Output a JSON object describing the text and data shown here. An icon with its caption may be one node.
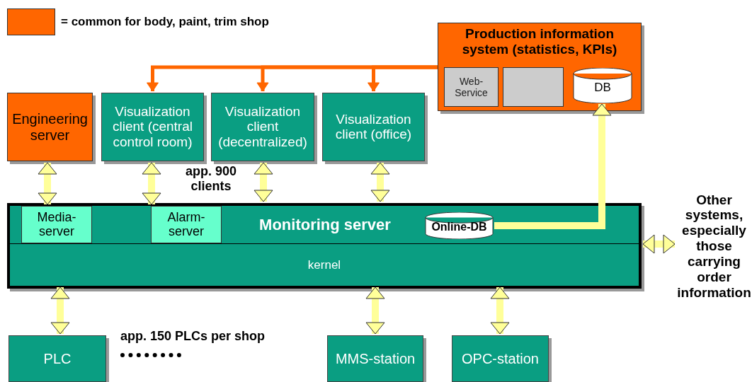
{
  "diagram": {
    "nodes": [
      {
        "text": [
          "Production information system (statistics, KPIs)"
        ]
      },
      {
        "text": [
          "Web-Service"
        ],
        "in": 0
      },
      {
        "text": [],
        "shape": "box",
        "in": 0
      },
      {
        "text": [
          "DB"
        ],
        "in": 0
      },
      {
        "text": [
          "Engineering server"
        ]
      },
      {
        "text": [
          "Visualization client (central control room)"
        ]
      },
      {
        "text": [
          "Visualization client (decentralized)"
        ]
      },
      {
        "text": [
          "Visualization client (office)"
        ]
      },
      {
        "text": [
          "Monitoring server"
        ]
      },
      {
        "text": [
          "Media-server"
        ],
        "in": 8
      },
      {
        "text": [
          "Alarm-server"
        ],
        "in": 8
      },
      {
        "text": [
          "Online-DB"
        ],
        "in": 8
      },
      {
        "text": [
          "kernel"
        ],
        "in": 8
      },
      {
        "text": [
          "Other systems, especially those carrying order information"
        ]
      },
      {
        "text": [
          "PLC"
        ]
      },
      {
        "text": [
          "MMS-station"
        ]
      },
      {
        "text": [
          "OPC-station"
        ]
      }
    ],
    "edges": [
      {
        "from": 0,
        "to": 5,
        "arrow": "to",
        "color": "#ff6600"
      },
      {
        "from": 0,
        "to": 6,
        "arrow": "to",
        "color": "#ff6600"
      },
      {
        "from": 0,
        "to": 7,
        "arrow": "to",
        "color": "#ff6600"
      },
      {
        "from": 4,
        "to": 9,
        "arrow": "both"
      },
      {
        "from": 5,
        "to": 10,
        "arrow": "both"
      },
      {
        "from": 6,
        "to": 8,
        "arrow": "both"
      },
      {
        "from": 7,
        "to": 8,
        "arrow": "both"
      },
      {
        "from": 11,
        "to": 3,
        "arrow": "to"
      },
      {
        "from": 8,
        "to": 13,
        "arrow": "both"
      },
      {
        "from": 14,
        "to": 12,
        "arrow": "both"
      },
      {
        "from": 15,
        "to": 12,
        "arrow": "both"
      },
      {
        "from": 16,
        "to": 12,
        "arrow": "both"
      }
    ],
    "labels": [
      "app. 900 clients",
      "app. 150 PLCs per shop"
    ],
    "legend": [
      {
        "text": "= common for body, paint, trim shop",
        "color": "#ff6600"
      }
    ]
  }
}
